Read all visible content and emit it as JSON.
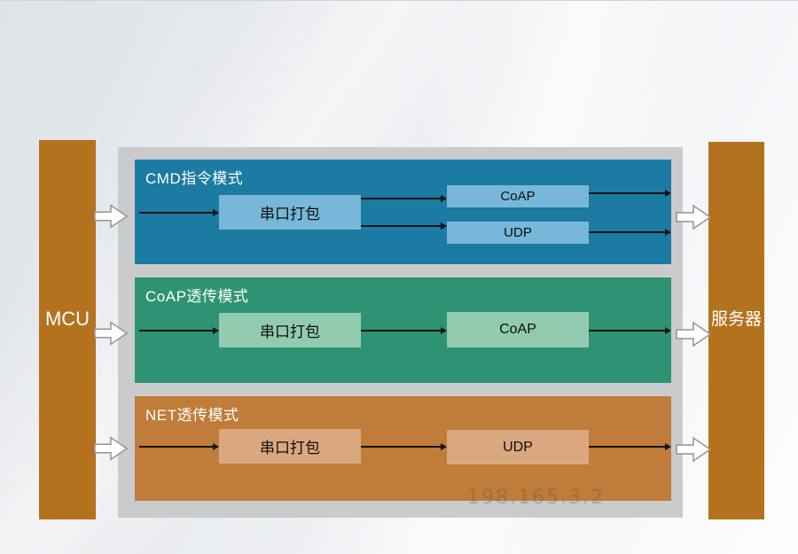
{
  "mcu": {
    "label": "MCU"
  },
  "server": {
    "label": "服务器"
  },
  "watermark": {
    "text": "198.165.3.2"
  },
  "panels": {
    "cmd": {
      "title": "CMD指令模式",
      "serial": "串口打包",
      "coap": "CoAP",
      "udp": "UDP"
    },
    "coap": {
      "title": "CoAP透传模式",
      "serial": "串口打包",
      "coap": "CoAP"
    },
    "net": {
      "title": "NET透传模式",
      "serial": "串口打包",
      "udp": "UDP"
    }
  },
  "colors": {
    "endpoint_bar": "#b5721e",
    "container_gray": "#cbcbcd",
    "cmd_panel": "#1b7ba2",
    "cmd_box": "#77b8d8",
    "coap_panel": "#2e9374",
    "coap_box": "#93cbb1",
    "net_panel": "#bf7c3a",
    "net_box": "#daa87e"
  }
}
